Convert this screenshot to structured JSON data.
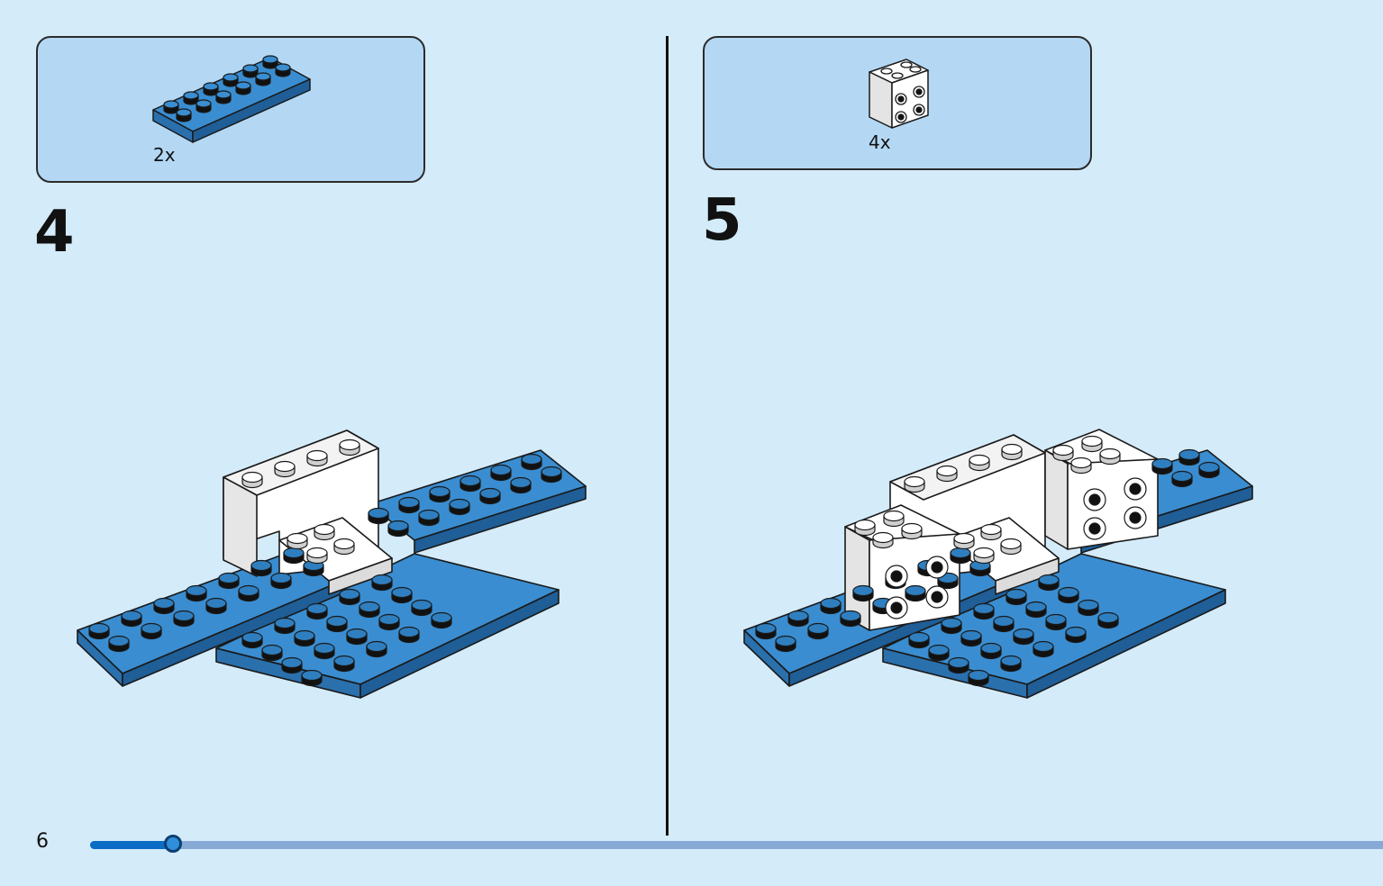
{
  "steps": [
    {
      "number": "4",
      "parts_quantity": "2x",
      "part_icon": "blue-2x6-plate-icon",
      "build_icon": "step-4-build-icon"
    },
    {
      "number": "5",
      "parts_quantity": "4x",
      "part_icon": "white-brick-with-side-studs-icon",
      "build_icon": "step-5-build-icon"
    }
  ],
  "page": {
    "number": "6"
  },
  "progress": {
    "fraction": 0.064
  },
  "colors": {
    "background": "#d4ebfa",
    "parts_box": "#b4d8f4",
    "brick_blue": "#2f7fc0",
    "brick_white": "#ffffff",
    "progress_fill": "#0a6cc4",
    "progress_track": "#87a9d6"
  }
}
